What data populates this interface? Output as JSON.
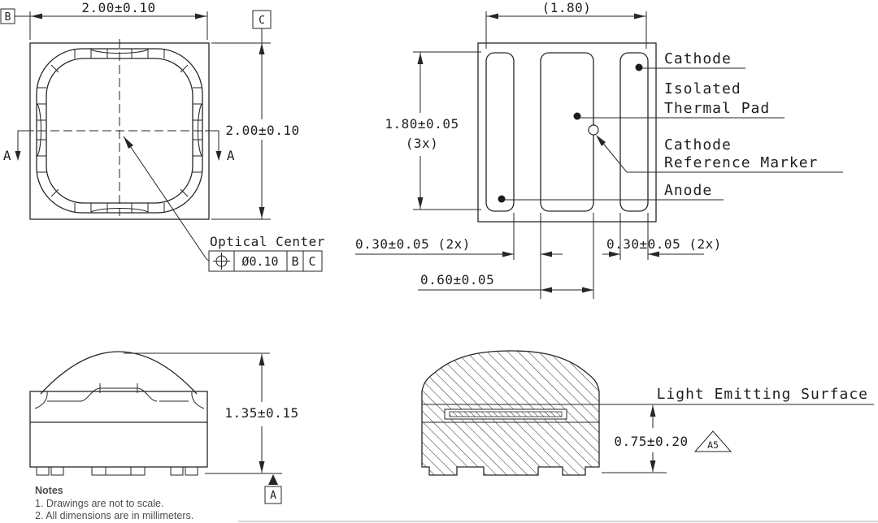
{
  "colors": {
    "line": "#262626",
    "notes_text": "#4d4d4d",
    "background": "#ffffff"
  },
  "views": {
    "top": {
      "dim_width": "2.00±0.10",
      "dim_height": "2.00±0.10",
      "datum_b": "B",
      "datum_c": "C",
      "section_marker_left": "A",
      "section_marker_right": "A",
      "optical_center_label": "Optical Center",
      "fcf": {
        "tolerance": "Ø0.10",
        "datum_1": "B",
        "datum_2": "C"
      }
    },
    "pads": {
      "dim_overall": "(1.80)",
      "dim_pad_height": "1.80±0.05",
      "dim_pad_height_qty": "(3x)",
      "label_cathode": "Cathode",
      "label_thermal_1": "Isolated",
      "label_thermal_2": "Thermal Pad",
      "label_ref_marker_1": "Cathode",
      "label_ref_marker_2": "Reference Marker",
      "label_anode": "Anode",
      "dim_gap_left": "0.30±0.05 (2x)",
      "dim_gap_right": "0.30±0.05 (2x)",
      "dim_center_pad": "0.60±0.05"
    },
    "side": {
      "dim_height": "1.35±0.15",
      "datum_a": "A"
    },
    "section": {
      "surface_label": "Light Emitting Surface",
      "dim_surface_height": "0.75±0.20",
      "revision_flag": "A5"
    }
  },
  "notes": {
    "title": "Notes",
    "items": [
      "1.  Drawings are not to scale.",
      "2.  All dimensions are in millimeters."
    ]
  }
}
